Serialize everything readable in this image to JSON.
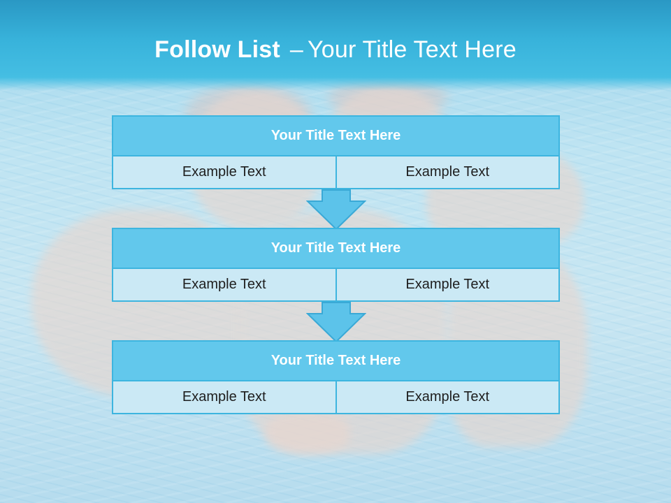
{
  "slide": {
    "title_bold": "Follow List",
    "title_separator": "–",
    "title_rest": "Your Title Text Here"
  },
  "list": [
    {
      "title": "Your Title Text Here",
      "cells": [
        "Example Text",
        "Example Text"
      ]
    },
    {
      "title": "Your Title Text Here",
      "cells": [
        "Example Text",
        "Example Text"
      ]
    },
    {
      "title": "Your Title Text Here",
      "cells": [
        "Example Text",
        "Example Text"
      ]
    }
  ],
  "colors": {
    "header": "#38b3db",
    "box_title_fill": "#62c8ec",
    "box_border": "#3db5df",
    "cell_fill": "#cbe9f5",
    "arrow_fill": "#5cc3ea"
  },
  "icons": {
    "arrow": "down-arrow-icon"
  }
}
